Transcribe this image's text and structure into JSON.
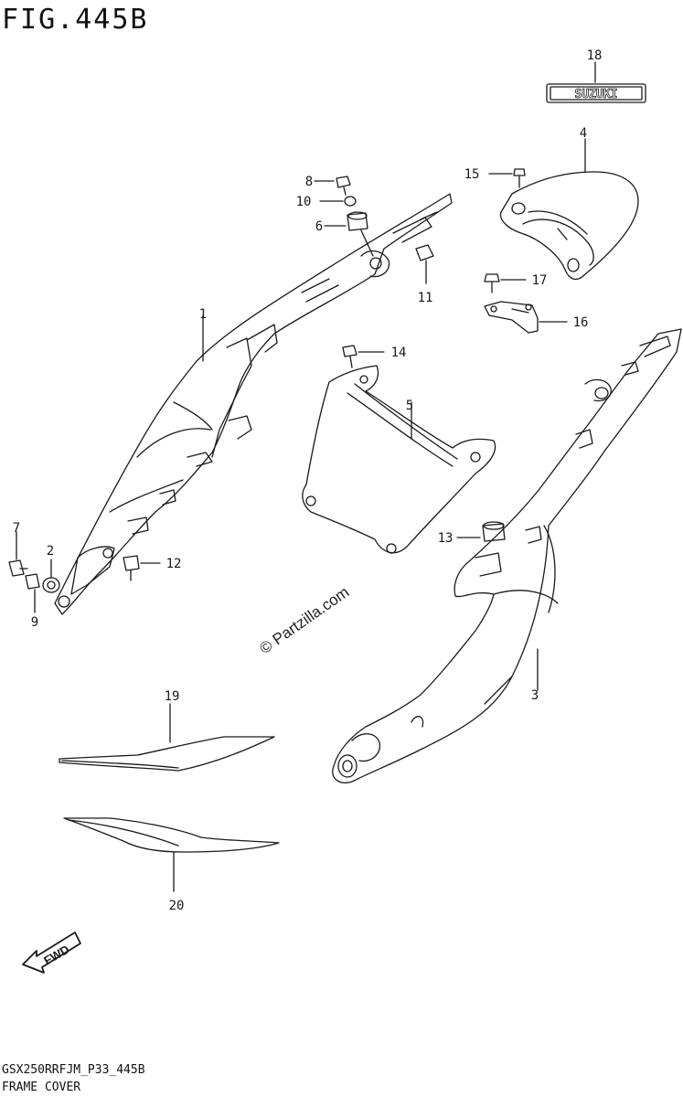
{
  "figure": {
    "title": "FIG.445B",
    "code": "GSX250RRFJM_P33_445B",
    "name": "FRAME COVER",
    "watermark": "© Partzilla.com",
    "brand_emblem": "SUZUKI",
    "fwd_label": "FWD"
  },
  "callouts": [
    "1",
    "2",
    "3",
    "4",
    "5",
    "6",
    "7",
    "8",
    "9",
    "10",
    "11",
    "12",
    "13",
    "14",
    "15",
    "16",
    "17",
    "18",
    "19",
    "20"
  ],
  "colors": {
    "line": "#1a1a1a",
    "background": "#ffffff"
  }
}
